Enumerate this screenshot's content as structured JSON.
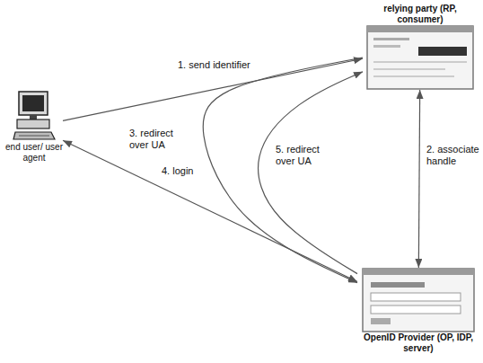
{
  "diagram": {
    "nodes": [
      {
        "text": [
          "end user/ user agent"
        ]
      },
      {
        "text": [
          "relying party (RP, consumer)"
        ]
      },
      {
        "text": [
          "OpenID Provider (OP, IDP, server)"
        ]
      }
    ],
    "edges": [
      {
        "from": 0,
        "to": 1,
        "label": "1. send identifier",
        "arrow": "to"
      },
      {
        "from": 1,
        "to": 2,
        "label": "2. associate handle",
        "arrow": "both"
      },
      {
        "from": 1,
        "to": 2,
        "label": "3. redirect over UA",
        "arrow": "to"
      },
      {
        "from": 0,
        "to": 2,
        "label": "4. login",
        "arrow": "both"
      },
      {
        "from": 2,
        "to": 1,
        "label": "5. redirect over UA",
        "arrow": "to"
      }
    ]
  }
}
